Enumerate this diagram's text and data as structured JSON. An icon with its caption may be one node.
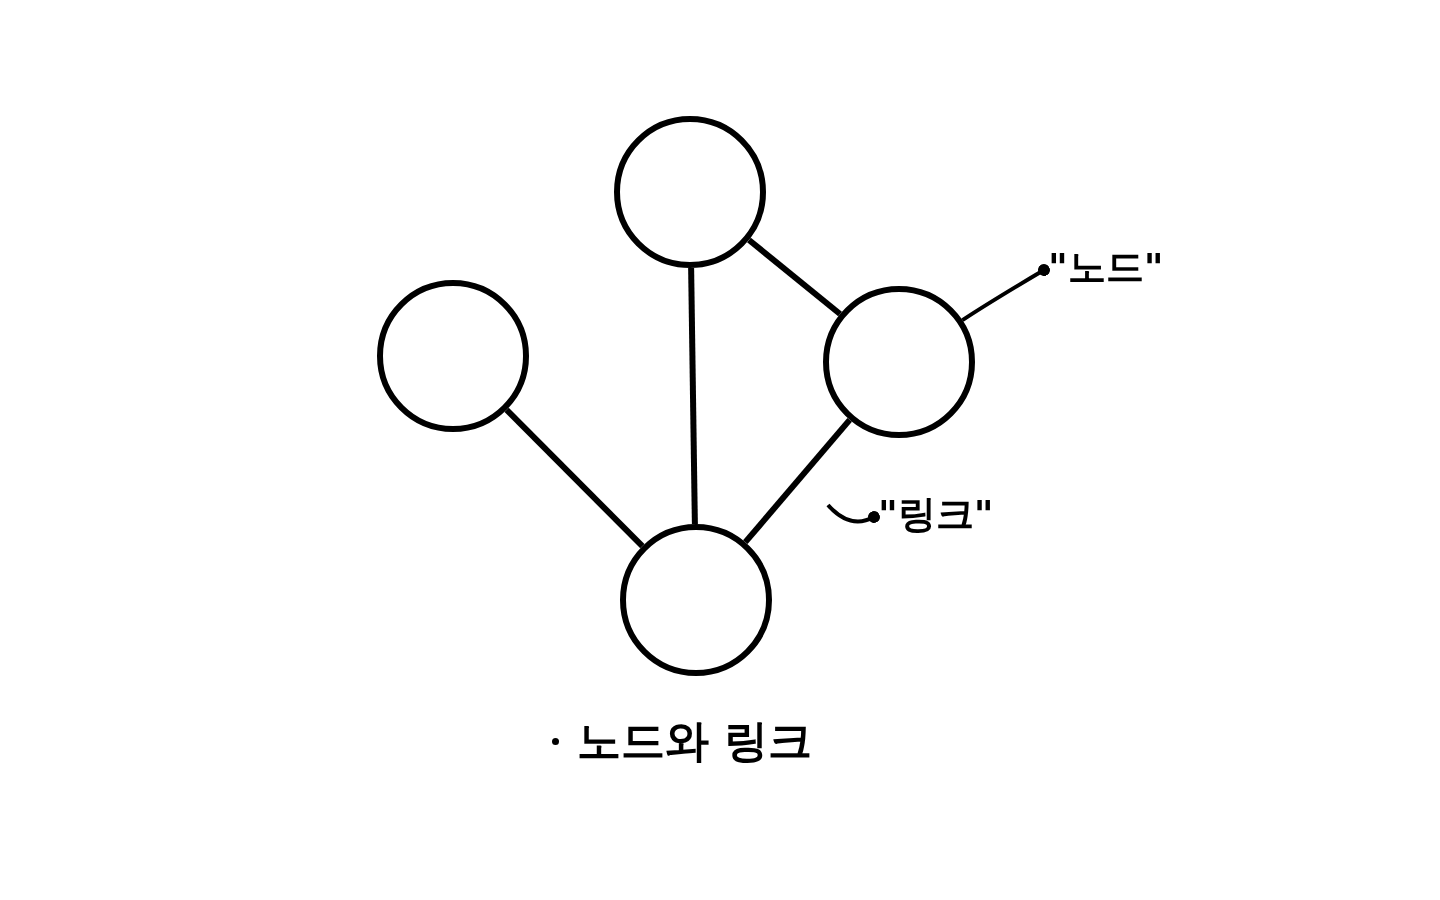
{
  "diagram": {
    "nodes": [
      {
        "text": [],
        "shape": "circle"
      },
      {
        "text": [],
        "shape": "circle"
      },
      {
        "text": [],
        "shape": "circle"
      },
      {
        "text": [],
        "shape": "circle"
      },
      {
        "text": [
          "\"노드\""
        ]
      },
      {
        "text": [
          "\"링크\""
        ]
      }
    ],
    "edges": [
      {
        "from": 0,
        "to": 2,
        "arrow": "none"
      },
      {
        "from": 0,
        "to": 3,
        "arrow": "none"
      },
      {
        "from": 1,
        "to": 3,
        "arrow": "none"
      },
      {
        "from": 2,
        "to": 3,
        "arrow": "none"
      },
      {
        "from": 4,
        "to": 2,
        "arrow": "other"
      },
      {
        "from": 5,
        "to": null,
        "arrow": "other"
      }
    ],
    "labels": [
      "노드와 링크"
    ]
  }
}
